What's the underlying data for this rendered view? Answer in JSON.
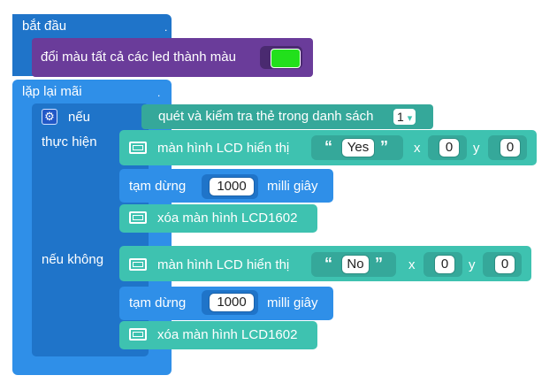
{
  "start_block": {
    "label": "bắt đầu",
    "dot": "."
  },
  "set_all_leds": {
    "label": "đổi màu tất cả các led thành màu",
    "color": "#22e01c"
  },
  "loop_block": {
    "label": "lặp lại mãi",
    "dot": "."
  },
  "if_block": {
    "if_label": "nếu",
    "then_label": "thực hiện",
    "else_label": "nếu không",
    "condition": {
      "label": "quét và kiểm tra thẻ trong danh sách",
      "list_value": "1",
      "dropdown_arrow": "▾"
    }
  },
  "then_branch": {
    "lcd_display": {
      "label": "màn hình LCD hiển thị",
      "text": "Yes",
      "x_label": "x",
      "x_value": "0",
      "y_label": "y",
      "y_value": "0"
    },
    "delay": {
      "label": "tạm dừng",
      "value": "1000",
      "unit": "milli giây"
    },
    "lcd_clear": {
      "label": "xóa màn hình LCD1602"
    }
  },
  "else_branch": {
    "lcd_display": {
      "label": "màn hình LCD hiển thị",
      "text": "No",
      "x_label": "x",
      "x_value": "0",
      "y_label": "y",
      "y_value": "0"
    },
    "delay": {
      "label": "tạm dừng",
      "value": "1000",
      "unit": "milli giây"
    },
    "lcd_clear": {
      "label": "xóa màn hình LCD1602"
    }
  },
  "quote_open": "“",
  "quote_close": "”",
  "gear_glyph": "⚙",
  "icons": [
    "lcd-icon",
    "gear-icon",
    "dropdown-arrow-icon"
  ]
}
